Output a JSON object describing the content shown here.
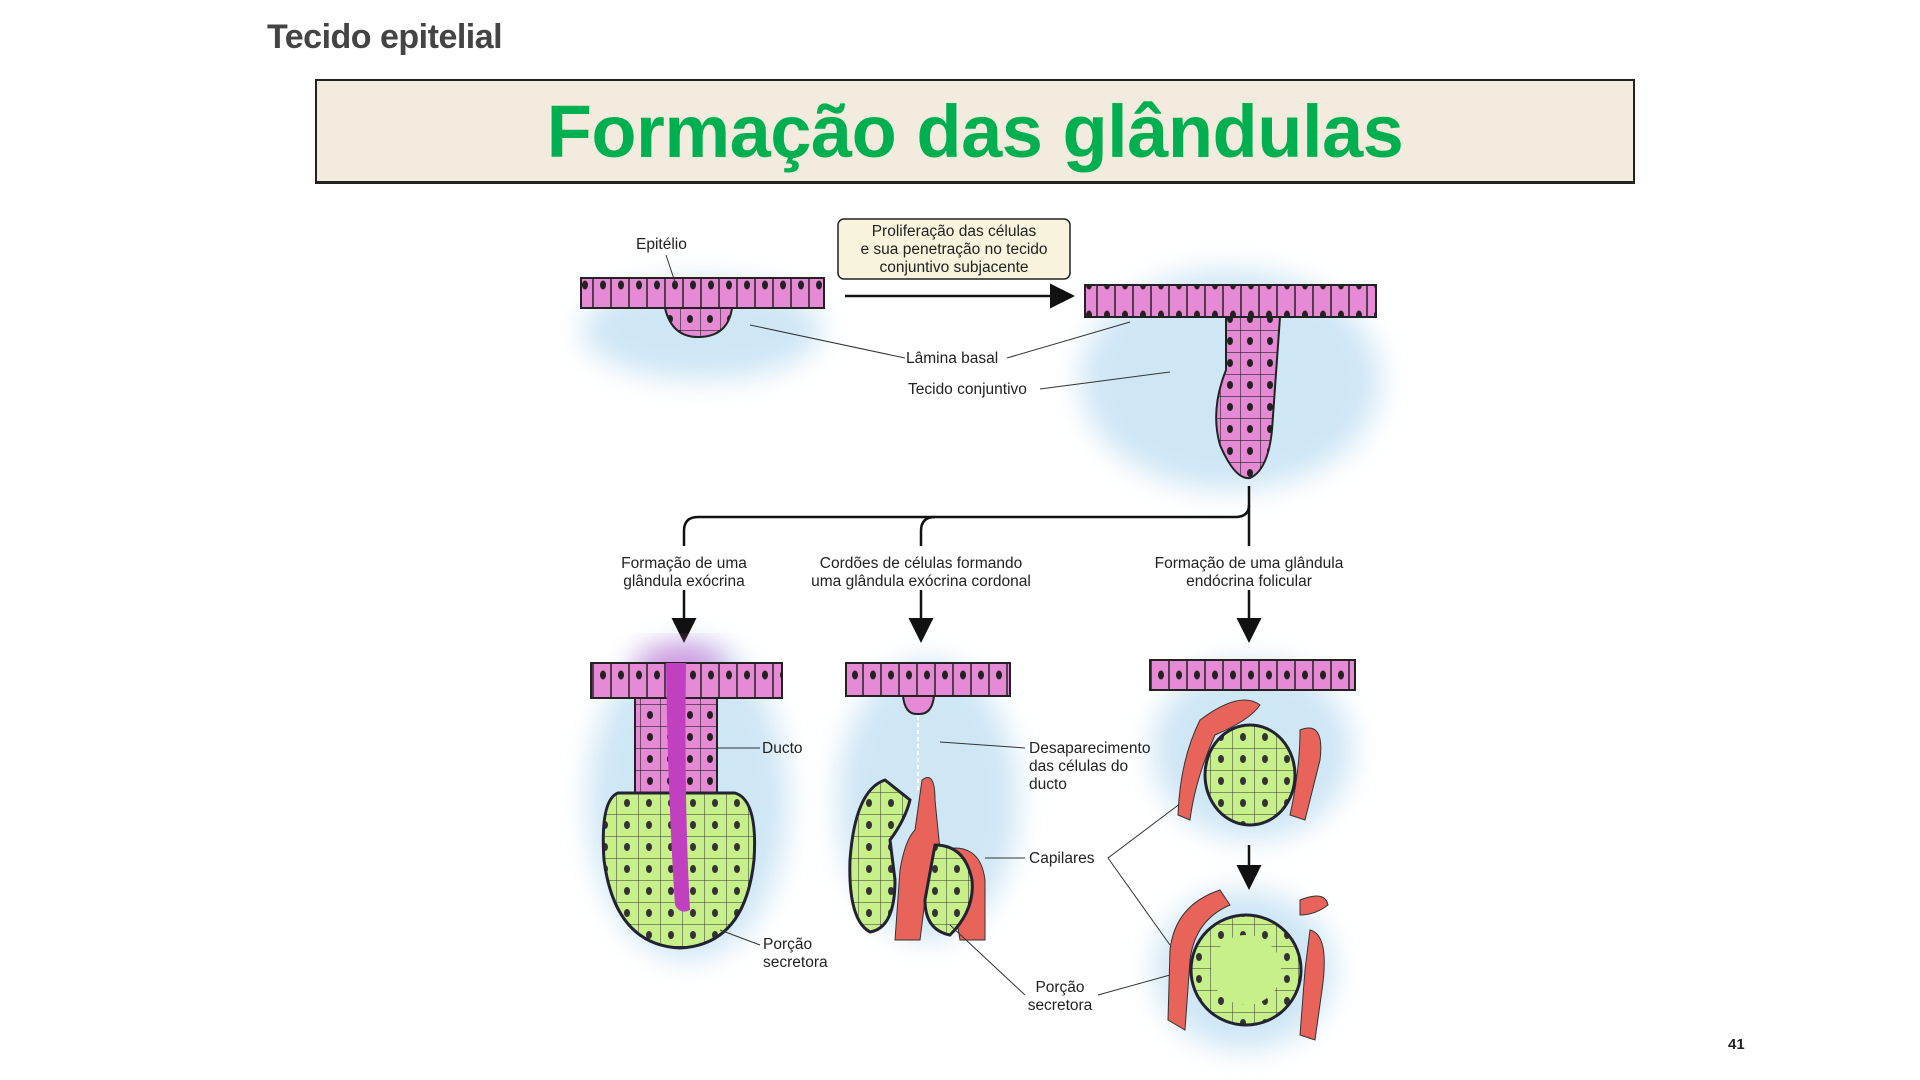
{
  "header": {
    "section": "Tecido epitelial",
    "title": "Formação das glândulas"
  },
  "diagram": {
    "labels": {
      "epitelio": "Epitélio",
      "process_box": [
        "Proliferação das células",
        "e sua penetração no tecido",
        "conjuntivo subjacente"
      ],
      "lamina_basal": "Lâmina basal",
      "tecido_conjuntivo": "Tecido conjuntivo",
      "branch_exocrine": [
        "Formação de uma",
        "glândula exócrina"
      ],
      "branch_cordonal": [
        "Cordões de células formando",
        "uma glândula exócrina cordonal"
      ],
      "branch_endocrine": [
        "Formação de uma glândula",
        "endócrina folicular"
      ],
      "ducto": "Ducto",
      "desaparecimento": [
        "Desaparecimento",
        "das células do",
        "ducto"
      ],
      "capilares": "Capilares",
      "porcao_secretora_left": [
        "Porção",
        "secretora"
      ],
      "porcao_secretora_bottom": [
        "Porção",
        "secretora"
      ]
    },
    "colors": {
      "epithelium": "#e68ad6",
      "connective": "#cfe6f5",
      "secretory": "#c8f08a",
      "capillary": "#e8645a",
      "duct_secretion": "#c040c0"
    }
  },
  "footer": {
    "page_number": "41"
  }
}
